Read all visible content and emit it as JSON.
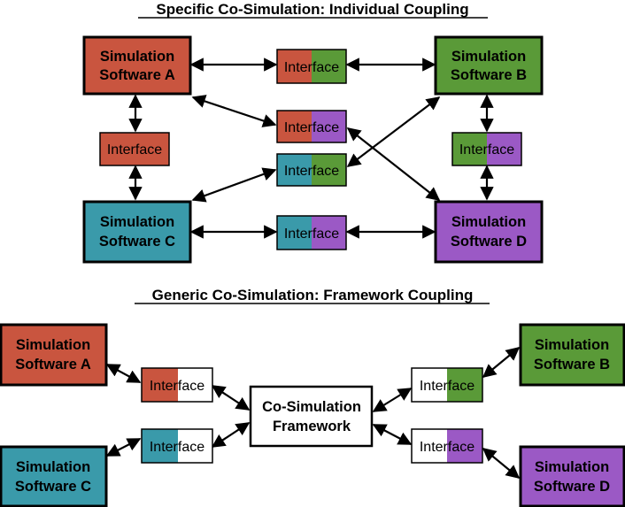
{
  "colors": {
    "software_a": "#c9553f",
    "software_b": "#5a9a38",
    "software_c": "#3a9aaa",
    "software_d": "#9b59c5",
    "white": "#ffffff"
  },
  "top": {
    "title": "Specific Co-Simulation: Individual Coupling",
    "software_a": [
      "Simulation",
      "Software A"
    ],
    "software_b": [
      "Simulation",
      "Software B"
    ],
    "software_c": [
      "Simulation",
      "Software C"
    ],
    "software_d": [
      "Simulation",
      "Software D"
    ],
    "interface_label": "Interface"
  },
  "bottom": {
    "title": "Generic Co-Simulation: Framework Coupling",
    "software_a": [
      "Simulation",
      "Software A"
    ],
    "software_b": [
      "Simulation",
      "Software B"
    ],
    "software_c": [
      "Simulation",
      "Software C"
    ],
    "software_d": [
      "Simulation",
      "Software D"
    ],
    "framework": [
      "Co-Simulation",
      "Framework"
    ],
    "interface_label": "Interface"
  }
}
